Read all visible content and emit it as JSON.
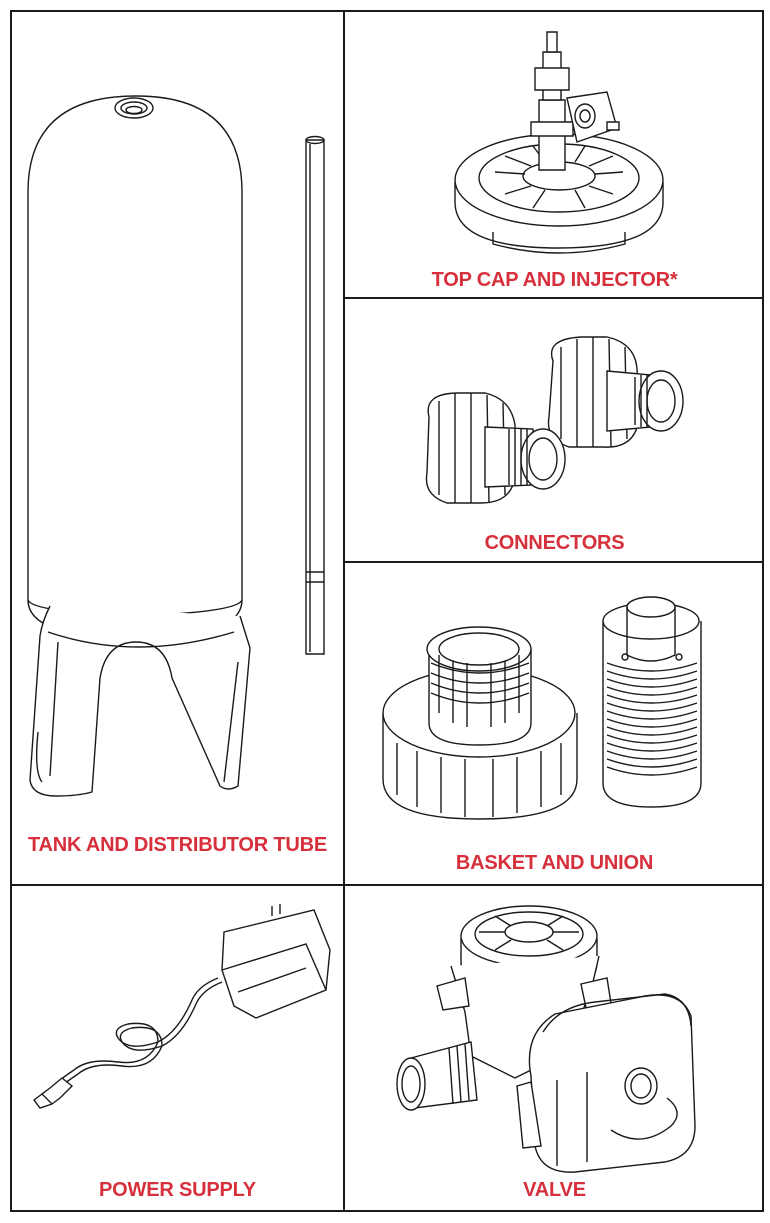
{
  "label_color": "#d6303c",
  "line_color": "#1a1a1a",
  "parts": {
    "tank": {
      "label": "TANK AND DISTRIBUTOR TUBE",
      "icon": "tank-and-tube-illustration"
    },
    "top_cap": {
      "label": "TOP CAP AND INJECTOR*",
      "icon": "top-cap-injector-illustration"
    },
    "connectors": {
      "label": "CONNECTORS",
      "icon": "connectors-illustration"
    },
    "basket": {
      "label": "BASKET AND UNION",
      "icon": "basket-union-illustration"
    },
    "power": {
      "label": "POWER SUPPLY",
      "icon": "power-supply-illustration"
    },
    "valve": {
      "label": "VALVE",
      "icon": "valve-illustration"
    }
  }
}
